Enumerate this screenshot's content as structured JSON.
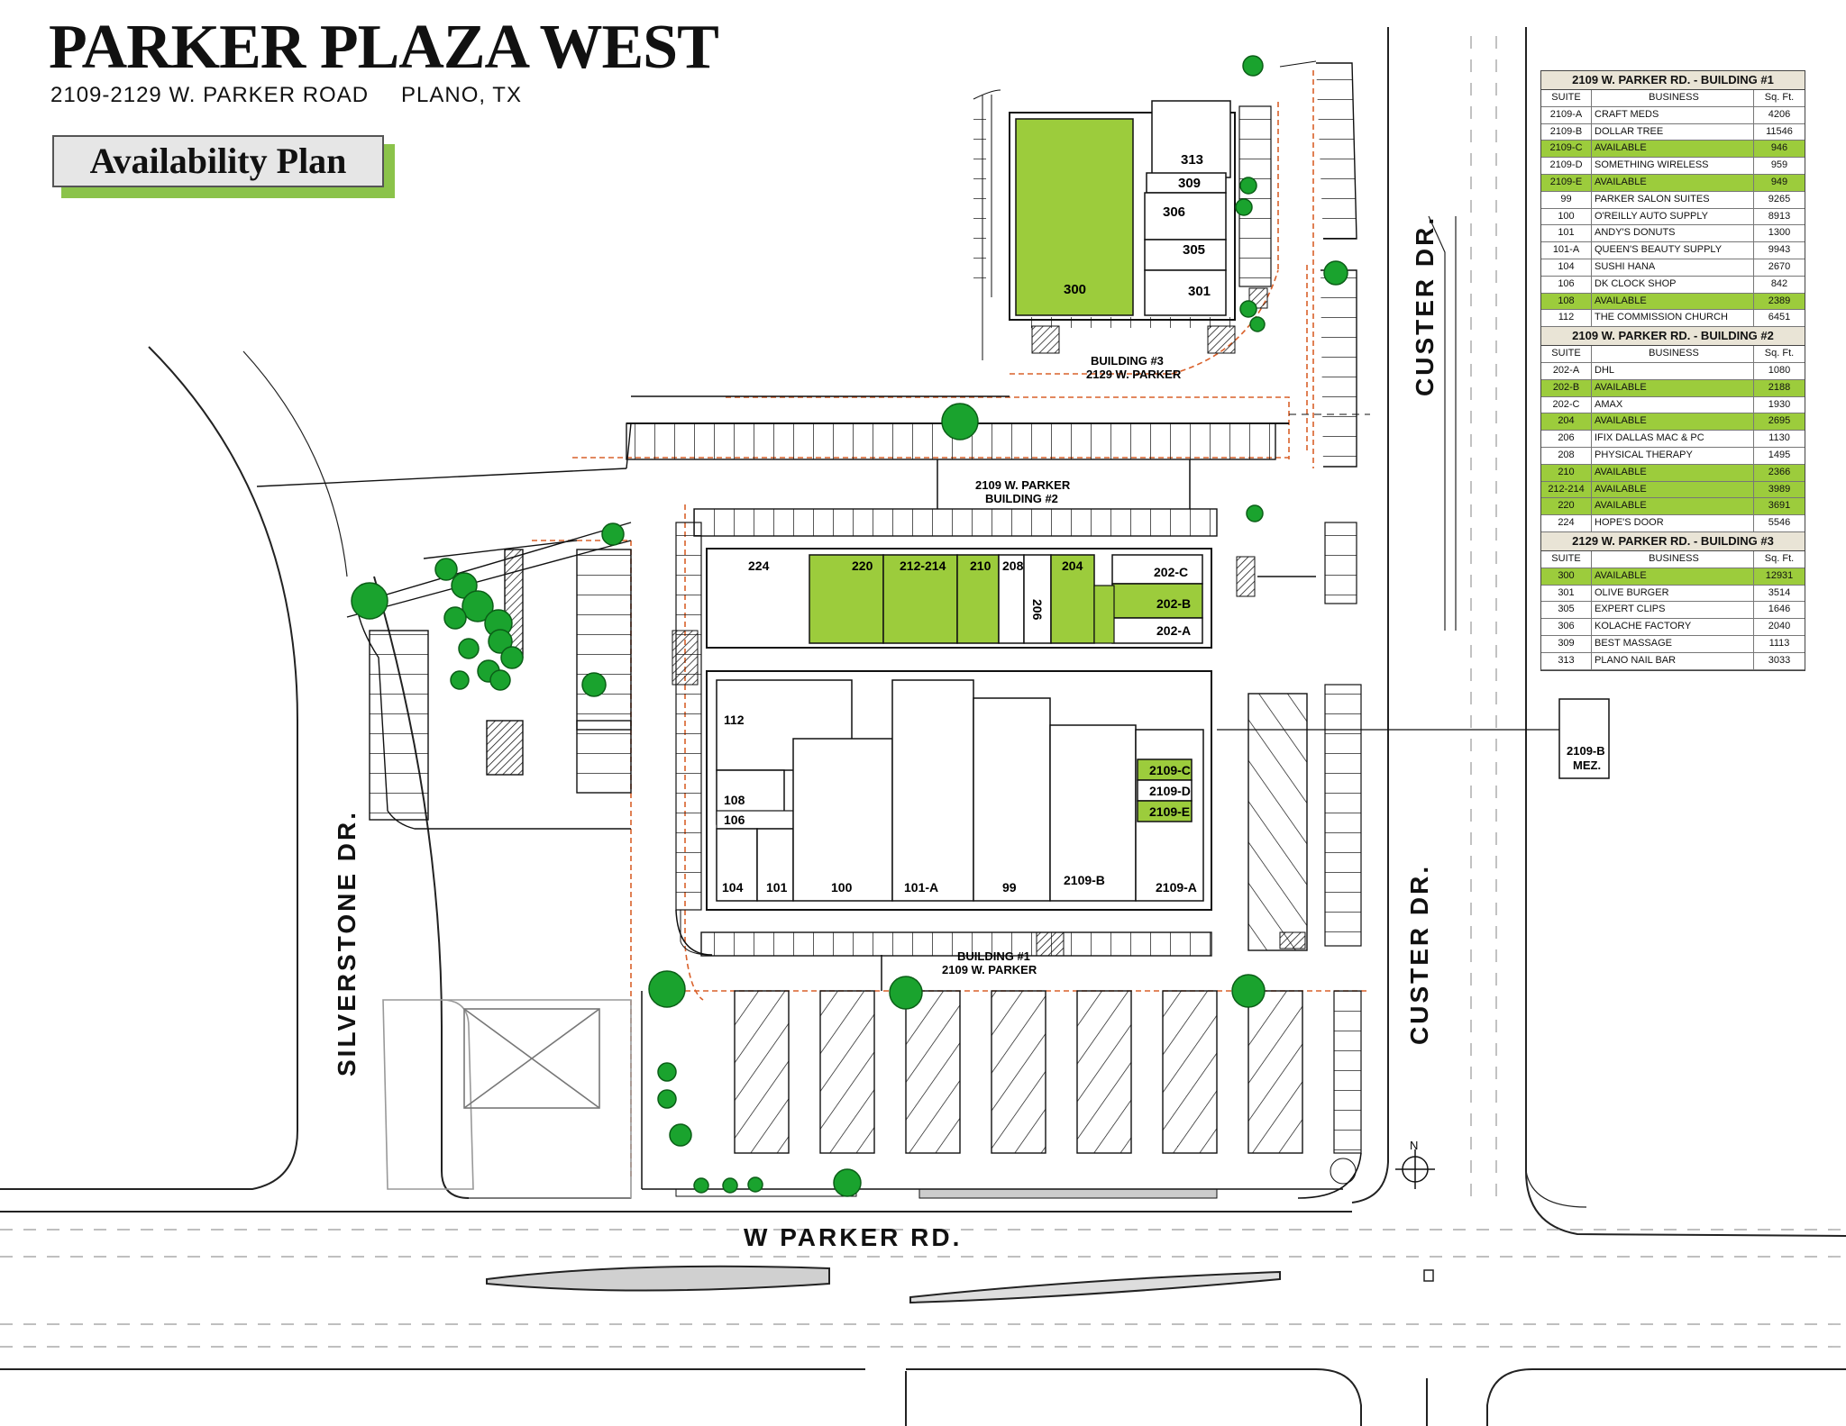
{
  "header": {
    "title": "PARKER PLAZA WEST",
    "address": "2109-2129 W. PARKER ROAD",
    "city": "PLANO, TX",
    "badge": "Availability Plan"
  },
  "colors": {
    "available": "#9ccc3c",
    "plan_green": "#9ccc3c",
    "tree": "#1aa32e",
    "parking_line": "#111111",
    "property_line": "#d9602a",
    "table_header": "#e9e4d6"
  },
  "roads": {
    "custer_upper": "CUSTER DR.",
    "custer_lower": "CUSTER DR.",
    "silverstone": "SILVERSTONE DR.",
    "parker": "W PARKER RD."
  },
  "buildings": {
    "b3": {
      "name": "BUILDING #3",
      "address": "2129 W. PARKER"
    },
    "b2": {
      "name": "2109 W. PARKER",
      "sub": "BUILDING #2"
    },
    "b1": {
      "name": "BUILDING #1",
      "address": "2109 W. PARKER"
    },
    "mez_line1": "2109-B",
    "mez_line2": "MEZ."
  },
  "suites_plan": {
    "b3": [
      "300",
      "313",
      "309",
      "306",
      "305",
      "301"
    ],
    "b2": [
      "224",
      "220",
      "212-214",
      "210",
      "208",
      "206",
      "204",
      "202-C",
      "202-B",
      "202-A"
    ],
    "b1": [
      "112",
      "108",
      "106",
      "104",
      "101",
      "100",
      "101-A",
      "99",
      "2109-B",
      "2109-A",
      "2109-C",
      "2109-D",
      "2109-E"
    ]
  },
  "compass": "N",
  "legend": {
    "sections": [
      {
        "title": "2109 W. PARKER RD. - BUILDING #1",
        "cols": [
          "SUITE",
          "BUSINESS",
          "Sq. Ft."
        ],
        "rows": [
          {
            "suite": "2109-A",
            "business": "CRAFT MEDS",
            "sqft": "4206",
            "available": false
          },
          {
            "suite": "2109-B",
            "business": "DOLLAR TREE",
            "sqft": "11546",
            "available": false
          },
          {
            "suite": "2109-C",
            "business": "AVAILABLE",
            "sqft": "946",
            "available": true
          },
          {
            "suite": "2109-D",
            "business": "SOMETHING WIRELESS",
            "sqft": "959",
            "available": false
          },
          {
            "suite": "2109-E",
            "business": "AVAILABLE",
            "sqft": "949",
            "available": true
          },
          {
            "suite": "99",
            "business": "PARKER SALON SUITES",
            "sqft": "9265",
            "available": false
          },
          {
            "suite": "100",
            "business": "O'REILLY AUTO SUPPLY",
            "sqft": "8913",
            "available": false
          },
          {
            "suite": "101",
            "business": "ANDY'S DONUTS",
            "sqft": "1300",
            "available": false
          },
          {
            "suite": "101-A",
            "business": "QUEEN'S BEAUTY SUPPLY",
            "sqft": "9943",
            "available": false
          },
          {
            "suite": "104",
            "business": "SUSHI HANA",
            "sqft": "2670",
            "available": false
          },
          {
            "suite": "106",
            "business": "DK CLOCK SHOP",
            "sqft": "842",
            "available": false
          },
          {
            "suite": "108",
            "business": "AVAILABLE",
            "sqft": "2389",
            "available": true
          },
          {
            "suite": "112",
            "business": "THE COMMISSION CHURCH",
            "sqft": "6451",
            "available": false
          }
        ]
      },
      {
        "title": "2109 W. PARKER RD. - BUILDING #2",
        "cols": [
          "SUITE",
          "BUSINESS",
          "Sq. Ft."
        ],
        "rows": [
          {
            "suite": "202-A",
            "business": "DHL",
            "sqft": "1080",
            "available": false
          },
          {
            "suite": "202-B",
            "business": "AVAILABLE",
            "sqft": "2188",
            "available": true
          },
          {
            "suite": "202-C",
            "business": "AMAX",
            "sqft": "1930",
            "available": false
          },
          {
            "suite": "204",
            "business": "AVAILABLE",
            "sqft": "2695",
            "available": true
          },
          {
            "suite": "206",
            "business": "IFIX DALLAS MAC & PC",
            "sqft": "1130",
            "available": false
          },
          {
            "suite": "208",
            "business": "PHYSICAL THERAPY",
            "sqft": "1495",
            "available": false
          },
          {
            "suite": "210",
            "business": "AVAILABLE",
            "sqft": "2366",
            "available": true
          },
          {
            "suite": "212-214",
            "business": "AVAILABLE",
            "sqft": "3989",
            "available": true
          },
          {
            "suite": "220",
            "business": "AVAILABLE",
            "sqft": "3691",
            "available": true
          },
          {
            "suite": "224",
            "business": "HOPE'S DOOR",
            "sqft": "5546",
            "available": false
          }
        ]
      },
      {
        "title": "2129 W. PARKER RD. - BUILDING #3",
        "cols": [
          "SUITE",
          "BUSINESS",
          "Sq. Ft."
        ],
        "rows": [
          {
            "suite": "300",
            "business": "AVAILABLE",
            "sqft": "12931",
            "available": true
          },
          {
            "suite": "301",
            "business": "OLIVE BURGER",
            "sqft": "3514",
            "available": false
          },
          {
            "suite": "305",
            "business": "EXPERT CLIPS",
            "sqft": "1646",
            "available": false
          },
          {
            "suite": "306",
            "business": "KOLACHE FACTORY",
            "sqft": "2040",
            "available": false
          },
          {
            "suite": "309",
            "business": "BEST MASSAGE",
            "sqft": "1113",
            "available": false
          },
          {
            "suite": "313",
            "business": "PLANO NAIL BAR",
            "sqft": "3033",
            "available": false
          }
        ]
      }
    ]
  }
}
